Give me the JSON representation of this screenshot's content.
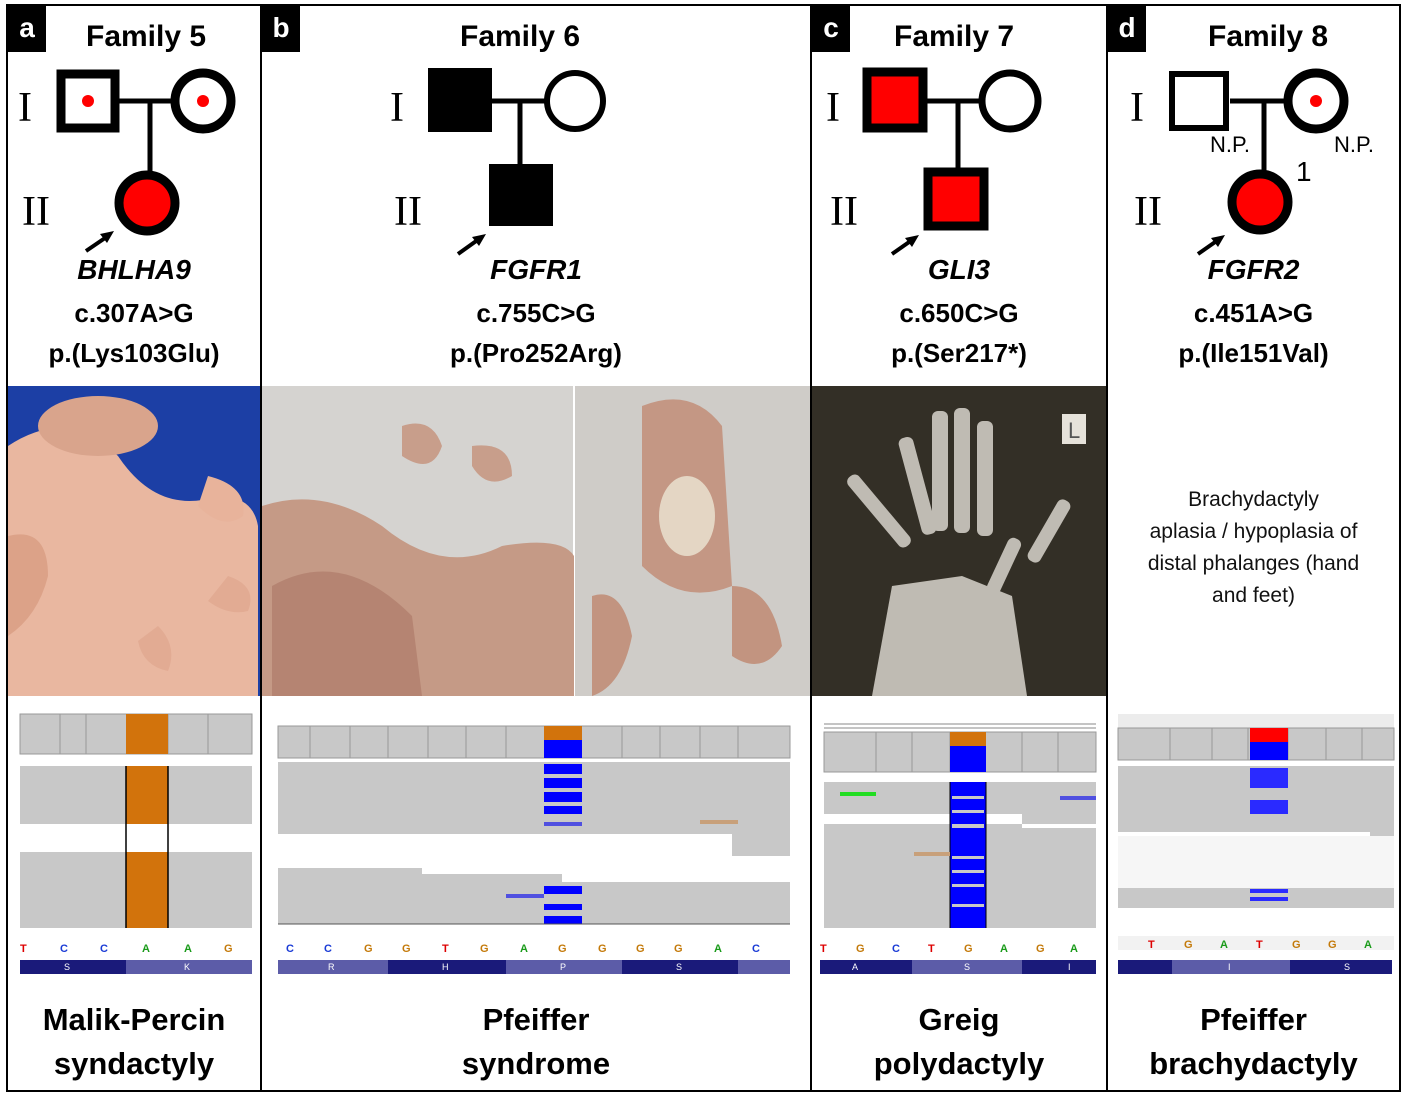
{
  "panels": [
    {
      "label": "a",
      "family": "Family 5",
      "gen1": "I",
      "gen2": "II",
      "gene": "BHLHA9",
      "cdna": "c.307A>G",
      "protein": "p.(Lys103Glu)",
      "bases": [
        "T",
        "C",
        "C",
        "A",
        "A",
        "G"
      ],
      "aa": [
        "S",
        "K"
      ],
      "diagnosis": [
        "Malik-Percin",
        "syndactyly"
      ]
    },
    {
      "label": "b",
      "family": "Family 6",
      "gen1": "I",
      "gen2": "II",
      "gene": "FGFR1",
      "cdna": "c.755C>G",
      "protein": "p.(Pro252Arg)",
      "bases": [
        "C",
        "C",
        "G",
        "G",
        "T",
        "G",
        "A",
        "G",
        "G",
        "G",
        "G",
        "A",
        "C"
      ],
      "aa": [
        "R",
        "H",
        "P",
        "S"
      ],
      "diagnosis": [
        "Pfeiffer",
        "syndrome"
      ]
    },
    {
      "label": "c",
      "family": "Family 7",
      "gen1": "I",
      "gen2": "II",
      "gene": "GLI3",
      "cdna": "c.650C>G",
      "protein": "p.(Ser217*)",
      "xray_marker": "L",
      "bases": [
        "T",
        "G",
        "C",
        "T",
        "G",
        "A",
        "G",
        "A"
      ],
      "aa": [
        "A",
        "S",
        "I"
      ],
      "diagnosis": [
        "Greig",
        "polydactyly"
      ]
    },
    {
      "label": "d",
      "family": "Family 8",
      "gen1": "I",
      "gen2": "II",
      "gene": "FGFR2",
      "cdna": "c.451A>G",
      "protein": "p.(Ile151Val)",
      "np_left": "N.P.",
      "np_right": "N.P.",
      "individual": "1",
      "phenotype": [
        "Brachydactyly",
        "aplasia / hypoplasia of",
        "distal phalanges (hand",
        "and feet)"
      ],
      "bases": [
        "T",
        "G",
        "A",
        "T",
        "G",
        "G",
        "A"
      ],
      "aa": [
        "I",
        "S"
      ],
      "diagnosis": [
        "Pfeiffer",
        "brachydactyly"
      ]
    }
  ],
  "colors": {
    "affected": "#ff0000",
    "igv_orange": "#d2730c",
    "igv_blue": "#0000ff",
    "igv_gray": "#c8c8c8",
    "aa_dark": "#1a1a7a",
    "aa_light": "#5c5ca8"
  }
}
